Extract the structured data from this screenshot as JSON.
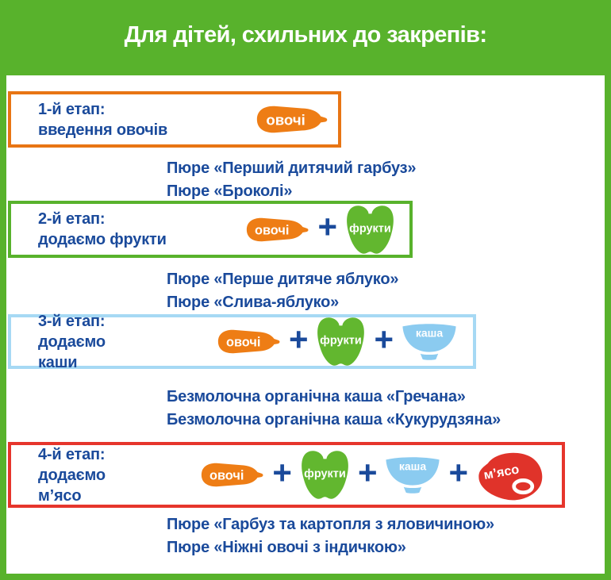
{
  "header": {
    "title": "Для дітей, схильних до закрепів:"
  },
  "icons": {
    "vegetables": "овочі",
    "fruits": "фрукти",
    "cereal": "каша",
    "meat": "м’ясо",
    "plus": "+"
  },
  "colors": {
    "brand_green": "#58b22c",
    "stage1_orange": "#e87514",
    "stage2_green": "#58b22c",
    "stage3_light_blue": "#a6d9f4",
    "stage4_red": "#e6352c",
    "text_dark_blue": "#1a4a9b",
    "carrot_orange": "#ee7d15",
    "apple_green": "#62b72f",
    "bowl_blue": "#8bcbf0",
    "meat_red": "#e0332a",
    "title_white": "#ffffff"
  },
  "stages": [
    {
      "label_lines": [
        "1-й етап:",
        "введення овочів"
      ],
      "products": [
        "Пюре «Перший дитячий гарбуз»",
        "Пюре «Броколі»"
      ]
    },
    {
      "label_lines": [
        "2-й етап:",
        "додаємо фрукти"
      ],
      "products": [
        "Пюре «Перше дитяче яблуко»",
        "Пюре «Слива-яблуко»"
      ]
    },
    {
      "label_lines": [
        "3-й етап:",
        "додаємо",
        "каши"
      ],
      "products": [
        "Безмолочна органічна каша «Гречана»",
        "Безмолочна органічна каша «Кукурудзяна»"
      ]
    },
    {
      "label_lines": [
        "4-й етап:",
        "додаємо",
        "м’ясо"
      ],
      "products": [
        "Пюре «Гарбуз та картопля з яловичиною»",
        "Пюре «Ніжні овочі з індичкою»"
      ]
    }
  ]
}
